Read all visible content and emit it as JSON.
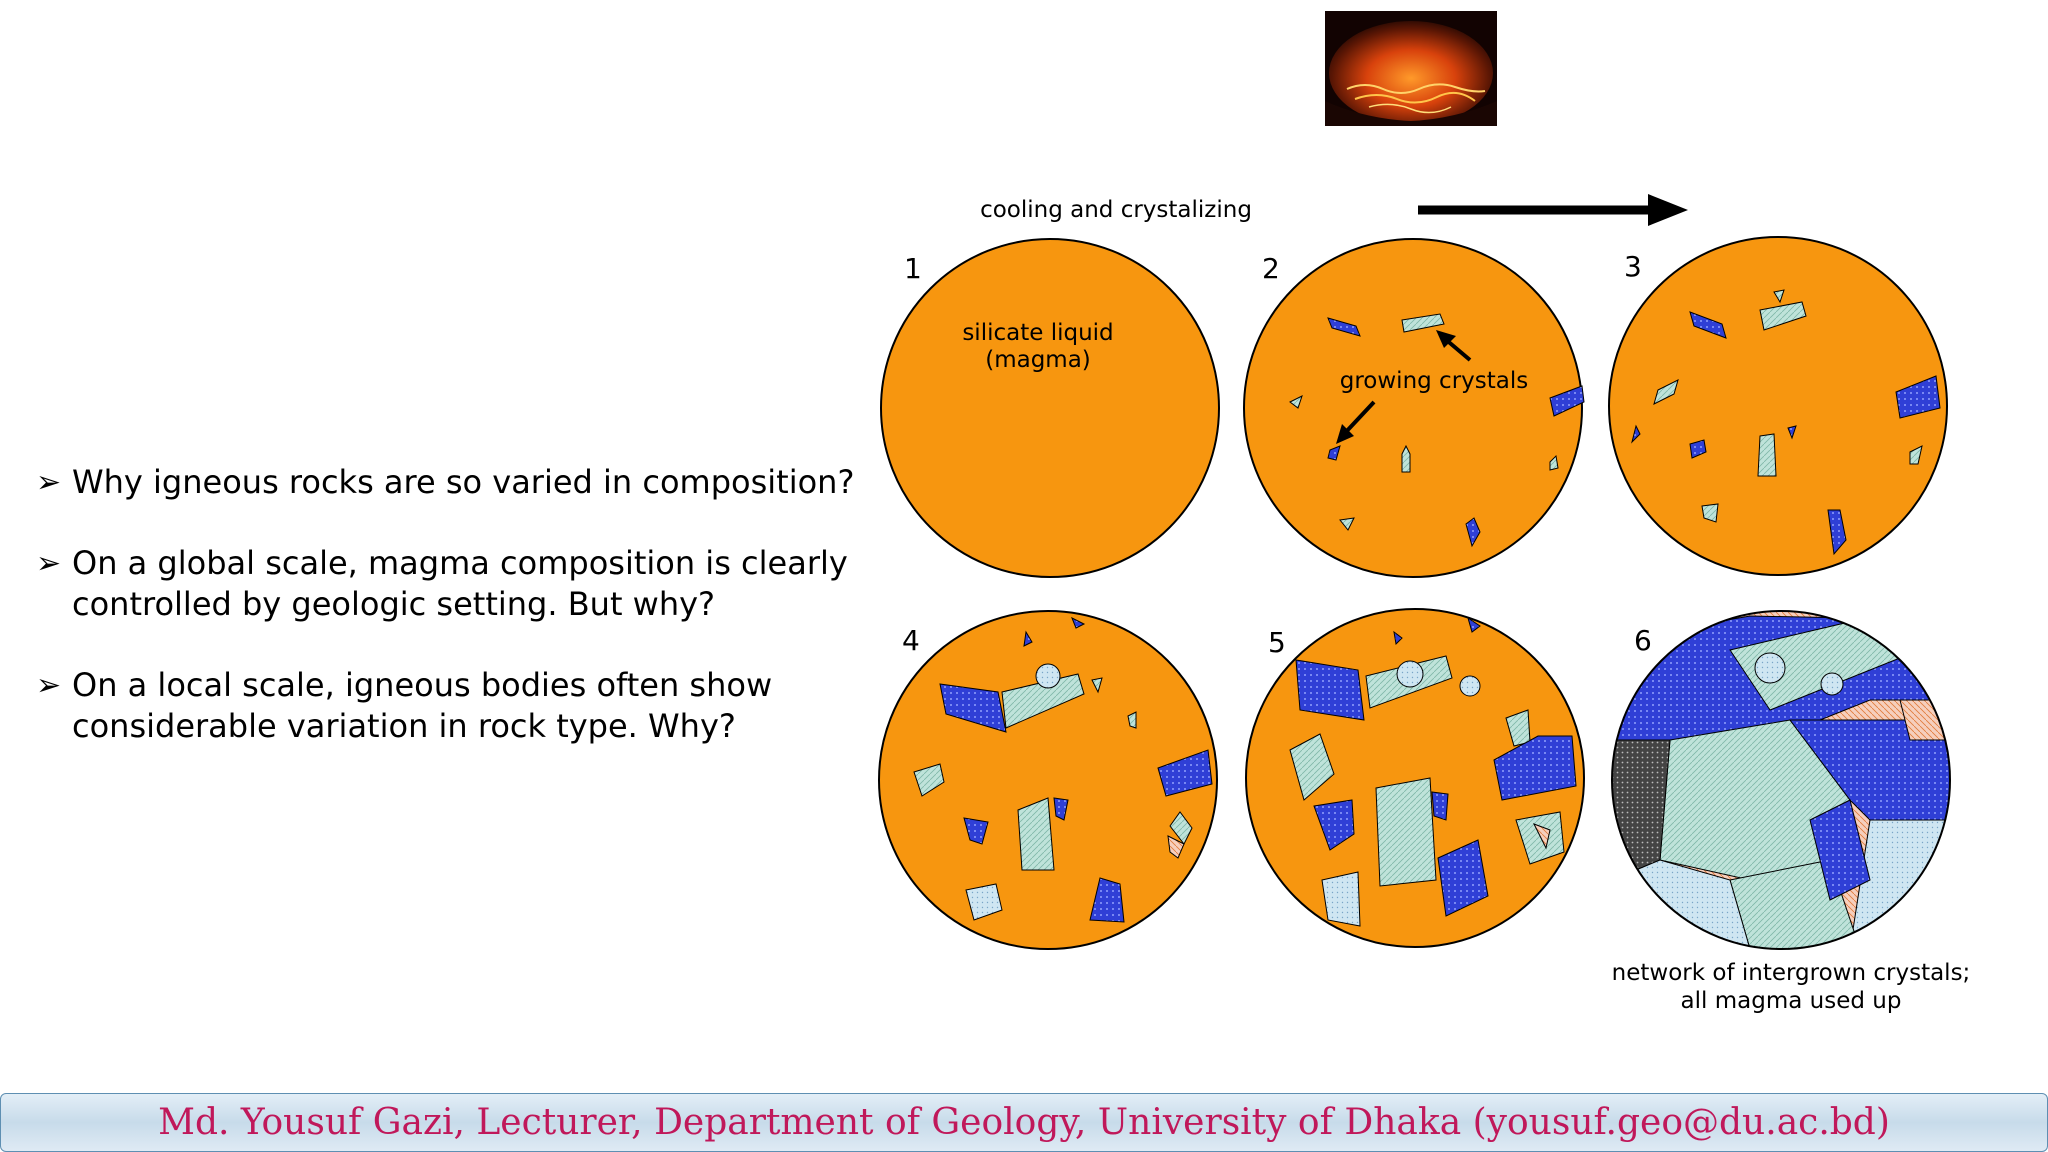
{
  "bullets": [
    {
      "lines": [
        "Why igneous rocks are so varied in composition?"
      ]
    },
    {
      "lines": [
        "On a global scale, magma composition is clearly",
        "controlled by geologic setting. But  why?"
      ]
    },
    {
      "lines": [
        "On a local scale, igneous bodies often show",
        "considerable variation in rock type.  Why?"
      ]
    }
  ],
  "diagram": {
    "arrow_label": "cooling and crystalizing",
    "circles": [
      {
        "number": "1",
        "label_lines": [
          "silicate liquid",
          "(magma)"
        ]
      },
      {
        "number": "2",
        "label_lines": [
          "growing crystals"
        ]
      },
      {
        "number": "3",
        "label_lines": []
      },
      {
        "number": "4",
        "label_lines": []
      },
      {
        "number": "5",
        "label_lines": []
      },
      {
        "number": "6",
        "label_lines": []
      }
    ],
    "caption_lines": [
      "network of intergrown crystals;",
      "all magma used up"
    ]
  },
  "footer": {
    "text": "Md. Yousuf Gazi, Lecturer, Department of Geology, University of Dhaka (yousuf.geo@du.ac.bd)"
  },
  "colors": {
    "magma": "#f7960f",
    "crystal_blue": "#2f3fd6",
    "crystal_green": "#bfe3da",
    "crystal_peach": "#f6cfbd",
    "footer_text": "#c0185a"
  }
}
